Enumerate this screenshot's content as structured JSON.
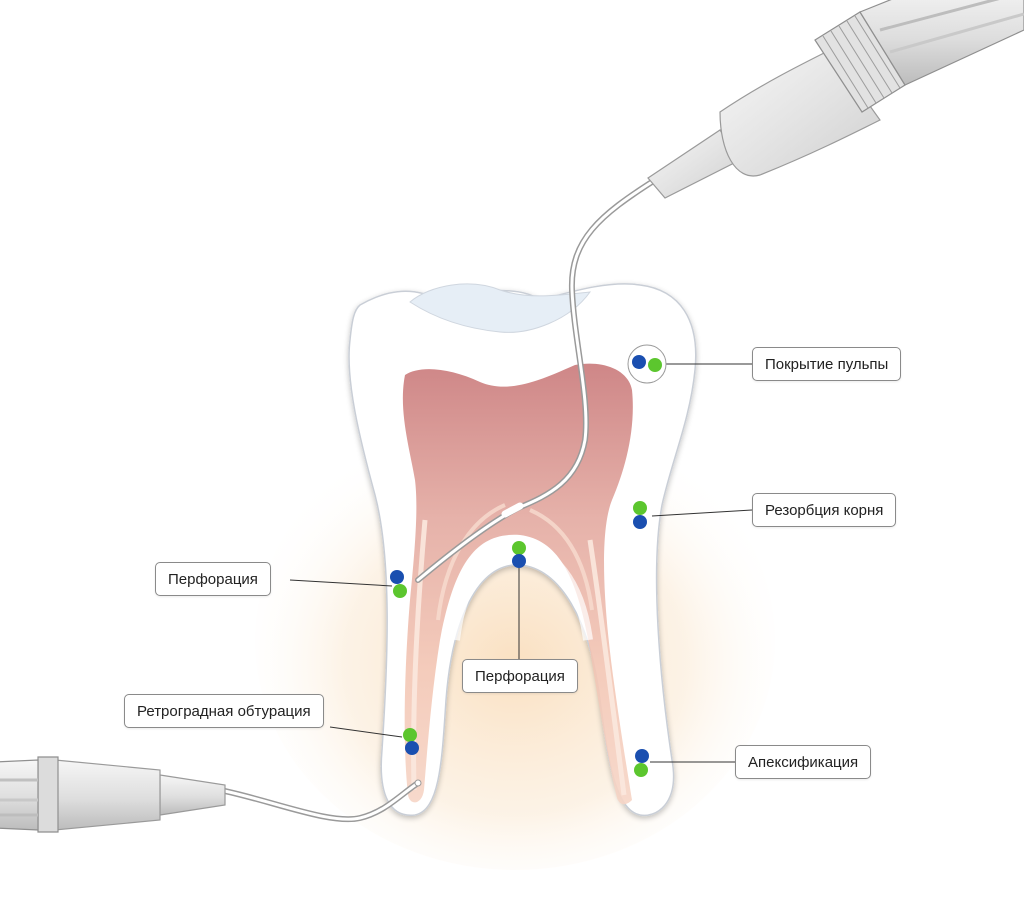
{
  "colors": {
    "dot_blue": "#1a4fb0",
    "dot_green": "#5cc62e",
    "pulp": "#e0a092",
    "enamel": "#ffffff",
    "gum_glow": "#f8d9b0",
    "leader": "#333333"
  },
  "labels": {
    "pulp_capping": "Покрытие пульпы",
    "root_resorption": "Резорбция корня",
    "perforation_left": "Перфорация",
    "perforation_center": "Перфорация",
    "retrograde_filling": "Ретроградная обтурация",
    "apexification": "Апексификация"
  },
  "icons": {
    "upper_instrument": "syringe-applicator-icon",
    "lower_instrument": "syringe-applicator-icon",
    "tooth": "molar-tooth-icon"
  }
}
